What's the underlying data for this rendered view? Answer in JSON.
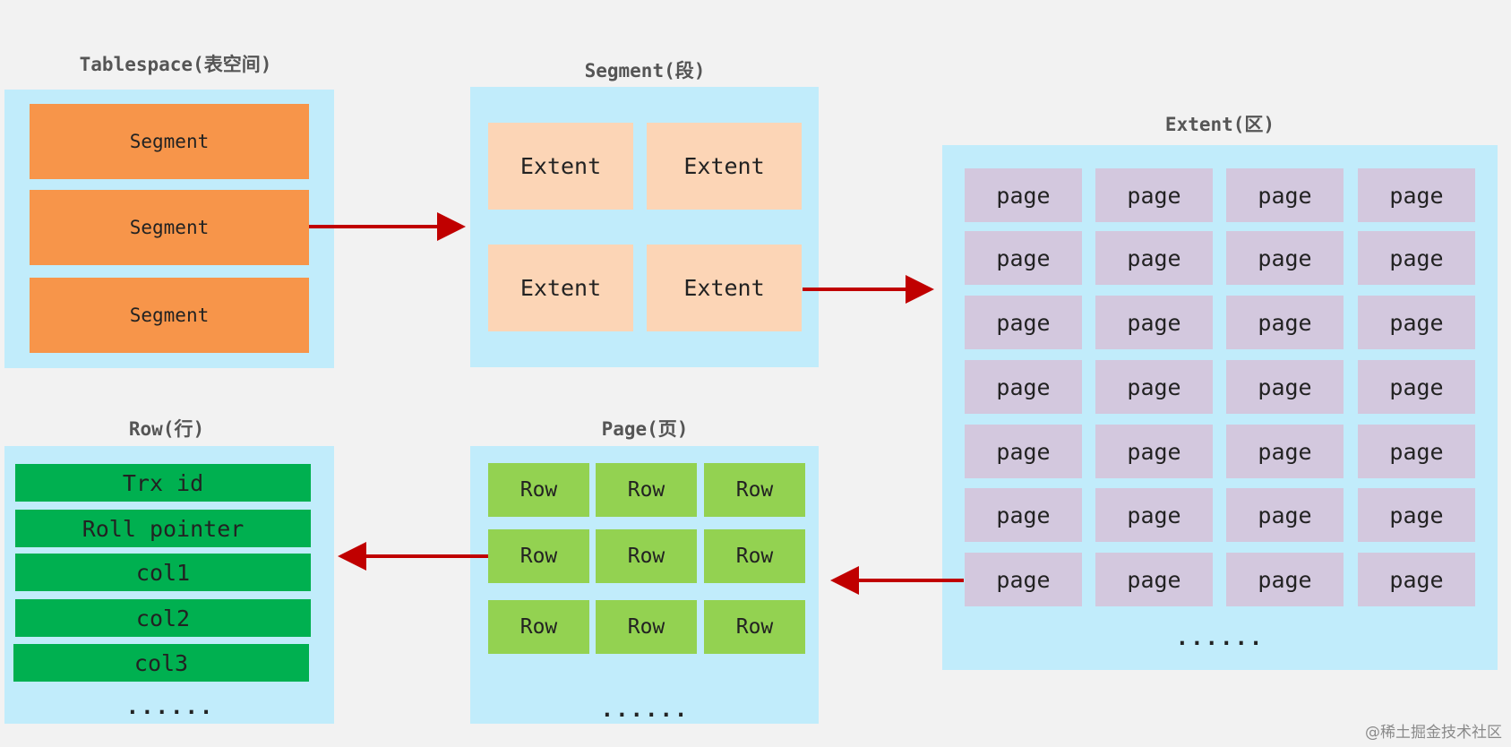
{
  "tablespace": {
    "title": "Tablespace(表空间)",
    "items": [
      "Segment",
      "Segment",
      "Segment"
    ]
  },
  "segment": {
    "title": "Segment(段)",
    "items": [
      "Extent",
      "Extent",
      "Extent",
      "Extent"
    ]
  },
  "extent": {
    "title": "Extent(区)",
    "cell_label": "page",
    "ellipsis": "......"
  },
  "page": {
    "title": "Page(页)",
    "cell_label": "Row",
    "ellipsis": "......"
  },
  "row": {
    "title": "Row(行)",
    "fields": [
      "Trx id",
      "Roll pointer",
      "col1",
      "col2",
      "col3"
    ],
    "ellipsis": "......"
  },
  "watermark": "@稀土掘金技术社区",
  "colors": {
    "background": "#f2f2f2",
    "panel": "#c1ecfb",
    "segment": "#f7954a",
    "extent": "#fcd5b6",
    "page": "#d3c8de",
    "row": "#93d251",
    "field": "#00b050",
    "arrow": "#c00000"
  }
}
